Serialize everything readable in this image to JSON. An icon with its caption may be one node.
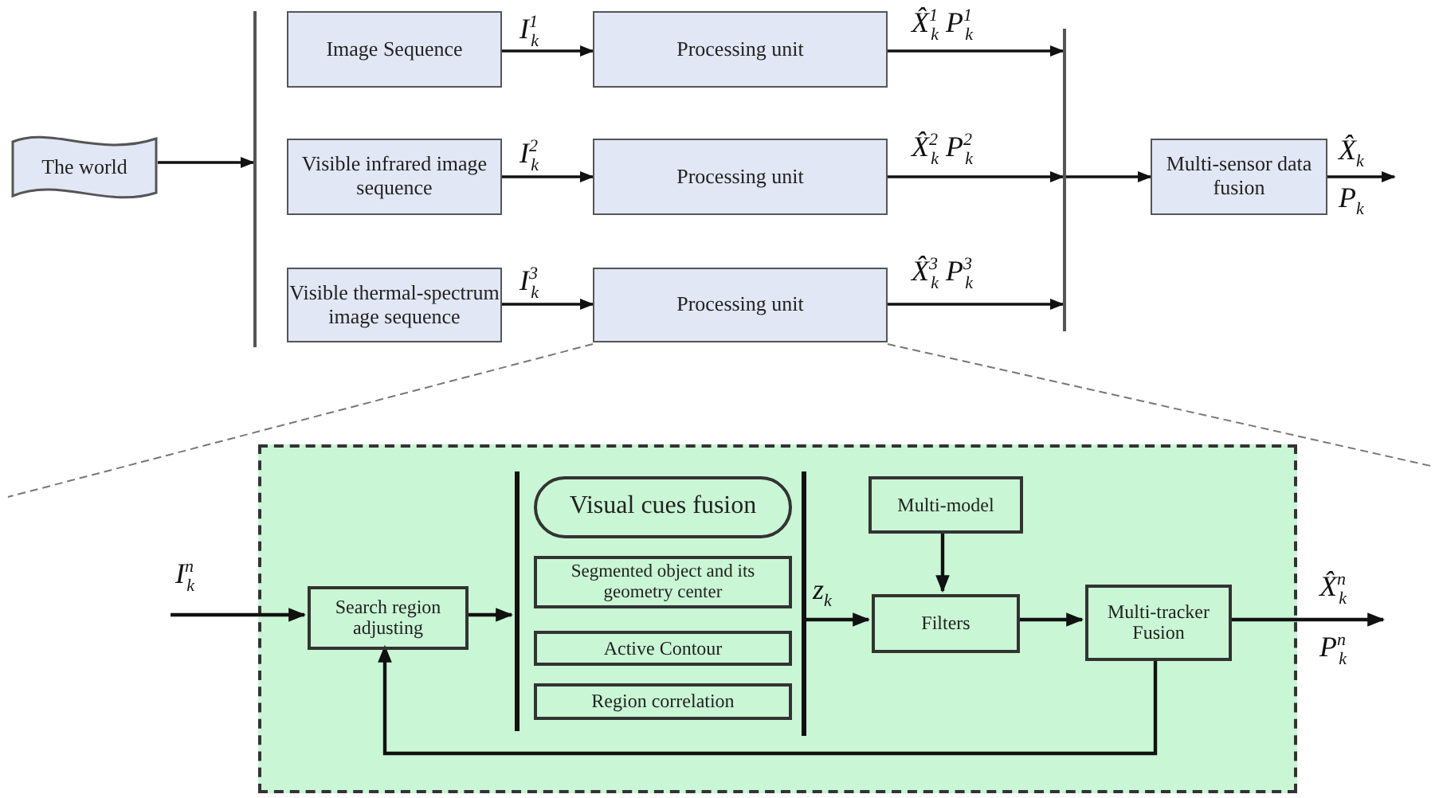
{
  "diagram": {
    "nodes": [
      {
        "text": [
          "The world"
        ]
      },
      {
        "text": [],
        "shape": "bar"
      },
      {
        "text": [
          "Image Sequence"
        ]
      },
      {
        "text": [
          "Processing unit"
        ]
      },
      {
        "text": [
          "Visible infrared image sequence"
        ]
      },
      {
        "text": [
          "Processing unit"
        ]
      },
      {
        "text": [
          "Visible thermal-spectrum image sequence"
        ]
      },
      {
        "text": [
          "Processing unit"
        ]
      },
      {
        "text": [],
        "shape": "bar"
      },
      {
        "text": [
          "Multi-sensor data fusion"
        ]
      },
      {
        "text": [],
        "shape": "box"
      },
      {
        "text": [
          "Search region adjusting"
        ],
        "in": 10
      },
      {
        "text": [],
        "shape": "bar",
        "in": 10
      },
      {
        "text": [
          "Visual cues fusion"
        ],
        "in": 10
      },
      {
        "text": [
          "Segmented object and its geometry center"
        ],
        "in": 10
      },
      {
        "text": [
          "Active Contour"
        ],
        "in": 10
      },
      {
        "text": [
          "Region correlation"
        ],
        "in": 10
      },
      {
        "text": [],
        "shape": "bar",
        "in": 10
      },
      {
        "text": [
          "Multi-model"
        ],
        "in": 10
      },
      {
        "text": [
          "Filters"
        ],
        "in": 10
      },
      {
        "text": [
          "Multi-tracker Fusion"
        ],
        "in": 10
      }
    ],
    "edges": [
      {
        "from": 0,
        "to": 1,
        "arrow": "to"
      },
      {
        "from": 2,
        "to": 3,
        "arrow": "to",
        "label": "I$^{1}$$_{k}$"
      },
      {
        "from": 4,
        "to": 5,
        "arrow": "to",
        "label": "I$^{2}$$_{k}$"
      },
      {
        "from": 6,
        "to": 7,
        "arrow": "to",
        "label": "I$^{3}$$_{k}$"
      },
      {
        "from": 3,
        "to": 8,
        "arrow": "to",
        "label": "X̂$^{1}$$_{k}$ P$^{1}$$_{k}$"
      },
      {
        "from": 5,
        "to": 8,
        "arrow": "to",
        "label": "X̂$^{2}$$_{k}$ P$^{2}$$_{k}$"
      },
      {
        "from": 7,
        "to": 8,
        "arrow": "to",
        "label": "X̂$^{3}$$_{k}$ P$^{3}$$_{k}$"
      },
      {
        "from": 8,
        "to": 9,
        "arrow": "to"
      },
      {
        "from": 9,
        "to": null,
        "arrow": "to",
        "label": "X̂$_{k}$"
      },
      {
        "from": null,
        "to": 11,
        "arrow": "to",
        "label": "I$^{n}$$_{k}$"
      },
      {
        "from": 11,
        "to": 12,
        "arrow": "to"
      },
      {
        "from": 17,
        "to": 19,
        "arrow": "to",
        "label": "z$_{k}$"
      },
      {
        "from": 18,
        "to": 19,
        "arrow": "to"
      },
      {
        "from": 19,
        "to": 20,
        "arrow": "to"
      },
      {
        "from": 20,
        "to": null,
        "arrow": "to",
        "label": "X̂$^{n}$$_{k}$"
      },
      {
        "from": 20,
        "to": 11,
        "arrow": "to"
      }
    ],
    "labels": [
      "P$_{k}$",
      "P$^{n}$$_{k}$"
    ]
  }
}
